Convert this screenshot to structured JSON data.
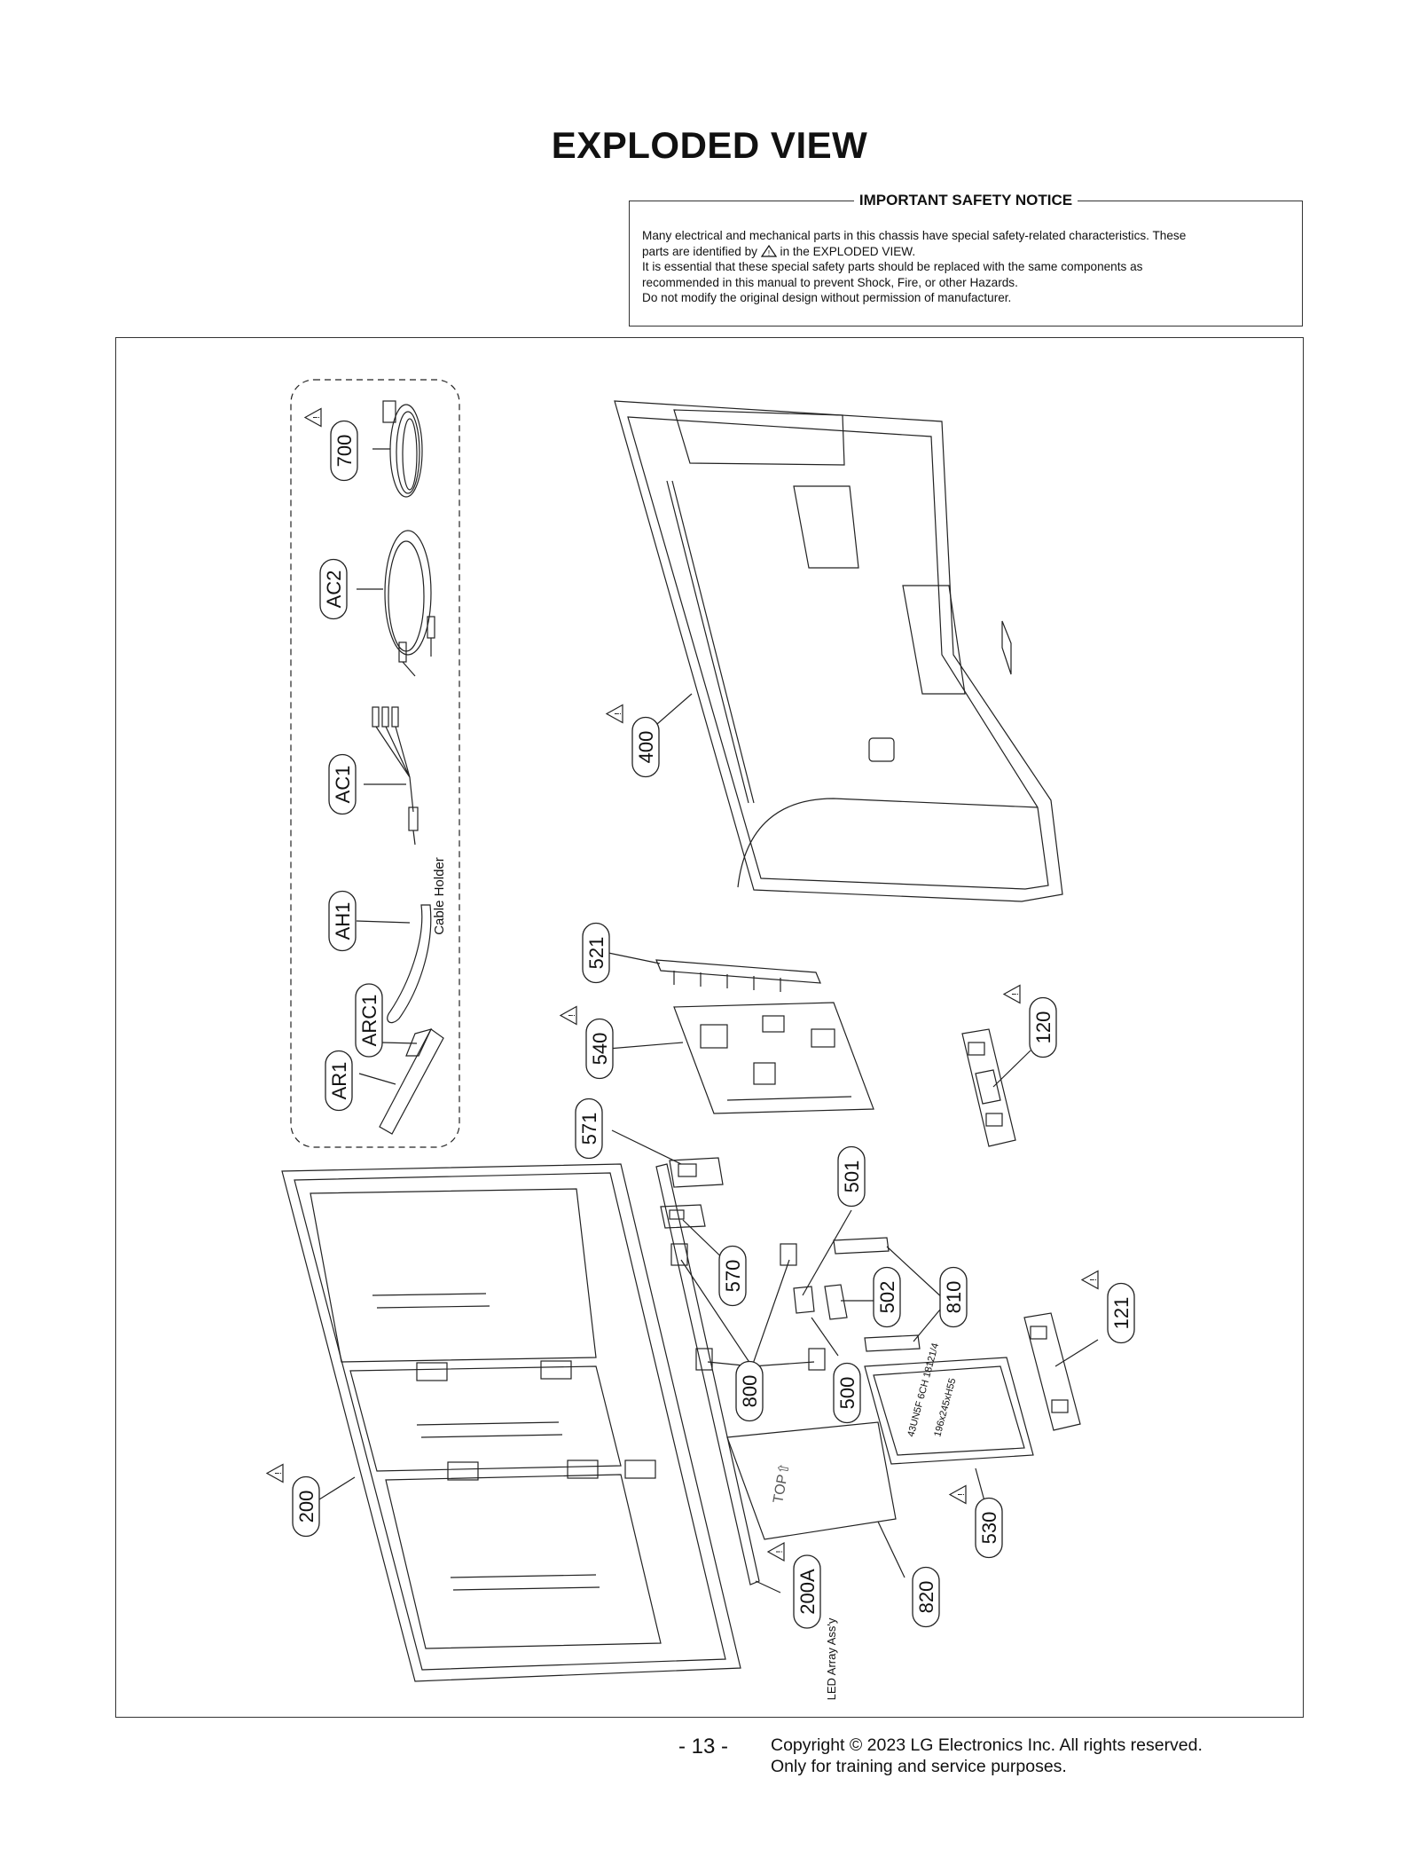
{
  "page": {
    "title": "EXPLODED VIEW",
    "page_number": "- 13 -",
    "copyright_line1": "Copyright © 2023 LG Electronics Inc. All rights reserved.",
    "copyright_line2": "Only for training and service purposes."
  },
  "notice": {
    "title": "IMPORTANT SAFETY NOTICE",
    "line1": "Many electrical and mechanical parts in this chassis have special safety-related characteristics. These",
    "line2_pre": "parts are identified by",
    "line2_post": "in the EXPLODED VIEW.",
    "line3": "It is essential that these special safety parts should be replaced with the same components as",
    "line4": "recommended in this manual to prevent Shock, Fire, or other Hazards.",
    "line5": "Do not modify the original design without permission of manufacturer."
  },
  "diagram": {
    "accessory_group_label": "Cable Holder",
    "led_label": "LED Array Ass'y",
    "top_marker": "TOP⇧",
    "panel_text_1": "43UN5F 6CH 18121/4",
    "panel_text_2": "196x245xH55",
    "parts": {
      "p700": "700",
      "pAC2": "AC2",
      "pAC1": "AC1",
      "pAH1": "AH1",
      "pARC1": "ARC1",
      "pAR1": "AR1",
      "p400": "400",
      "p521": "521",
      "p540": "540",
      "p120": "120",
      "p571": "571",
      "p501": "501",
      "p570": "570",
      "p502": "502",
      "p810": "810",
      "p121": "121",
      "p800": "800",
      "p500": "500",
      "p530": "530",
      "p200": "200",
      "p200A": "200A",
      "p820": "820"
    },
    "safety_marked_parts": [
      "700",
      "400",
      "540",
      "120",
      "121",
      "530",
      "200",
      "200A"
    ]
  }
}
